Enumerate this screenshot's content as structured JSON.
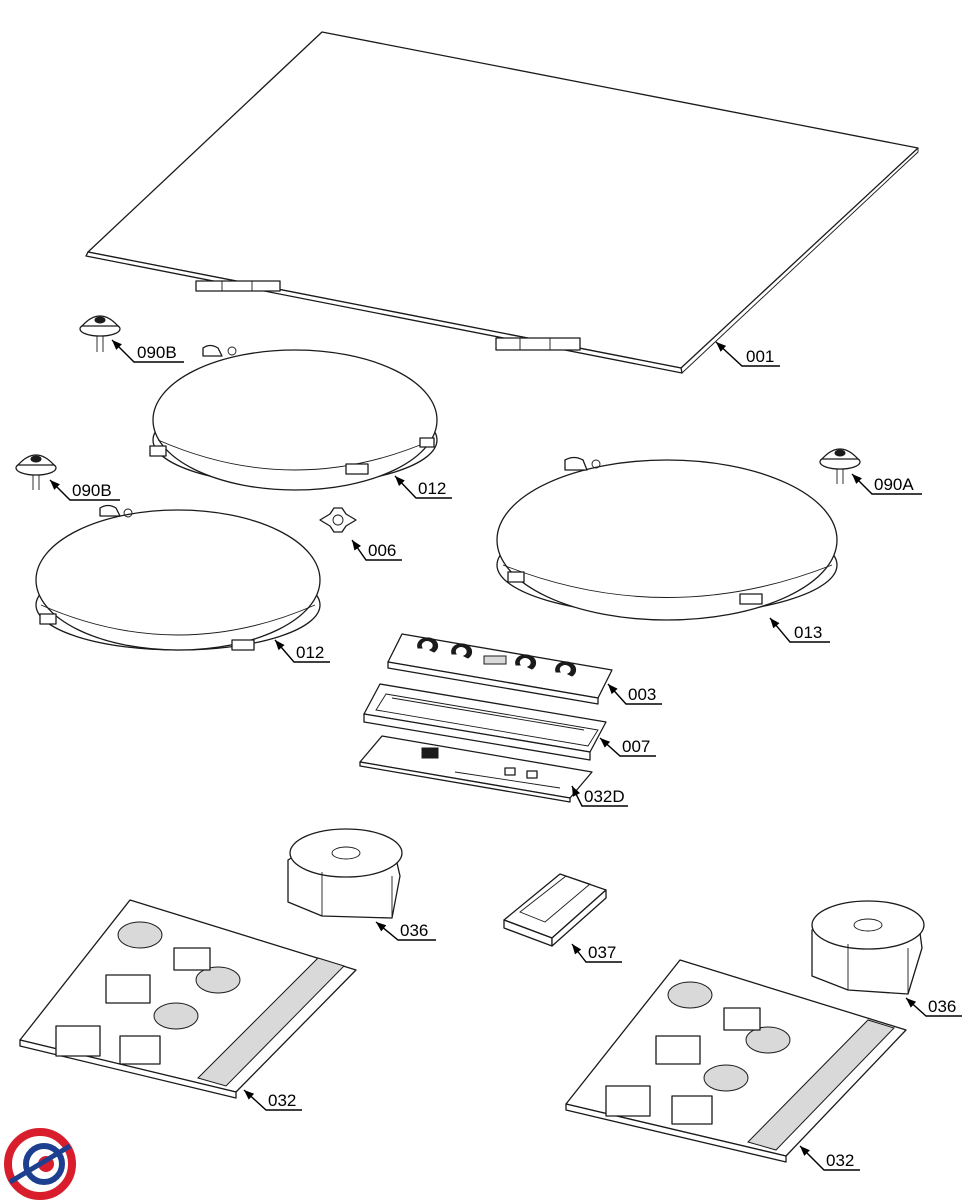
{
  "colors": {
    "line": "#1a1a1a",
    "background": "#ffffff",
    "logo_red": "#d81e2c",
    "logo_blue": "#1d3f8f"
  },
  "labels": [
    {
      "id": "001",
      "text": "001"
    },
    {
      "id": "090B-top",
      "text": "090B"
    },
    {
      "id": "012-top",
      "text": "012"
    },
    {
      "id": "090B-left",
      "text": "090B"
    },
    {
      "id": "090A",
      "text": "090A"
    },
    {
      "id": "006",
      "text": "006"
    },
    {
      "id": "012-bottom",
      "text": "012"
    },
    {
      "id": "013",
      "text": "013"
    },
    {
      "id": "003",
      "text": "003"
    },
    {
      "id": "007",
      "text": "007"
    },
    {
      "id": "032D",
      "text": "032D"
    },
    {
      "id": "036-left",
      "text": "036"
    },
    {
      "id": "037",
      "text": "037"
    },
    {
      "id": "036-right",
      "text": "036"
    },
    {
      "id": "032-left",
      "text": "032"
    },
    {
      "id": "032-right",
      "text": "032"
    }
  ]
}
